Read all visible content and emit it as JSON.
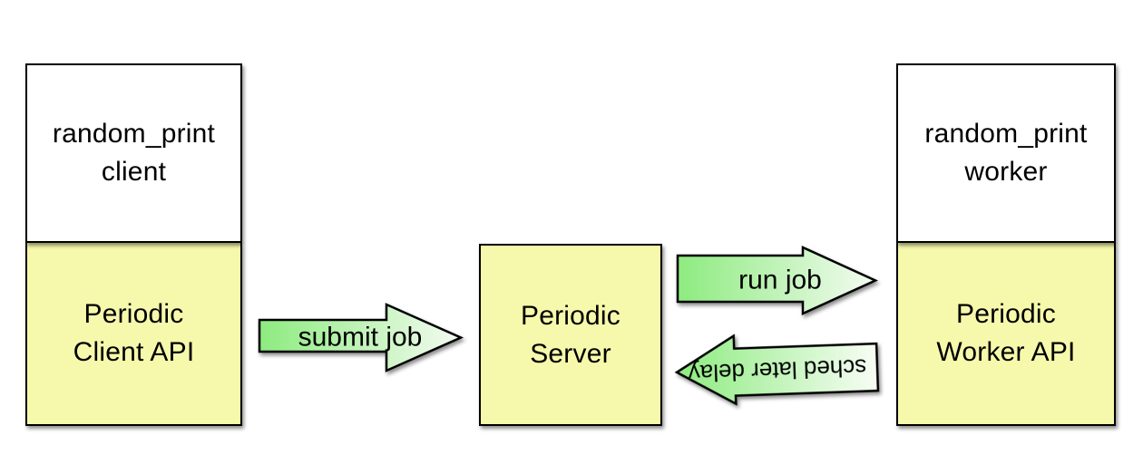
{
  "diagram": {
    "nodes": {
      "client": {
        "top_label": "random_print\nclient",
        "bottom_label": "Periodic\nClient API"
      },
      "server": {
        "label": "Periodic\nServer"
      },
      "worker": {
        "top_label": "random_print\nworker",
        "bottom_label": "Periodic\nWorker API"
      }
    },
    "arrows": {
      "submit": {
        "label": "submit job",
        "direction": "right"
      },
      "run": {
        "label": "run job",
        "direction": "right"
      },
      "sched": {
        "label": "sched later delay",
        "direction": "left",
        "text_rotated_180": true
      }
    },
    "colors": {
      "node_yellow": "#f6f9ab",
      "node_white": "#ffffff",
      "arrow_green": "#8deb7f",
      "arrow_fade": "#f4fbf2",
      "outline": "#000000"
    }
  }
}
